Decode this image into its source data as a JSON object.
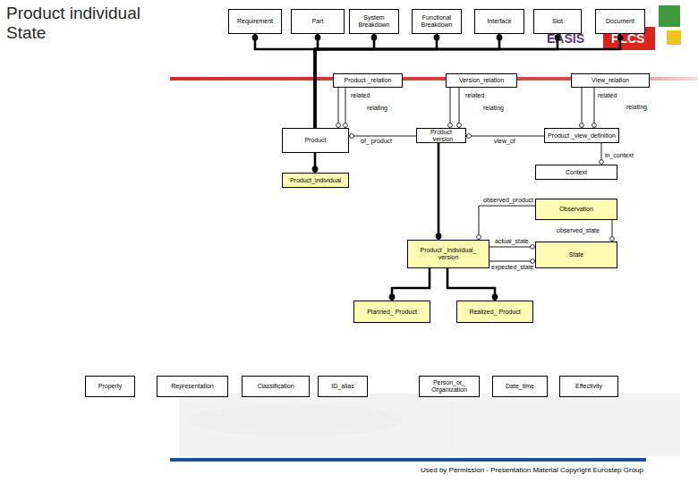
{
  "diagram": {
    "title": "Product individual State",
    "nodes": [
      {
        "text": [
          "Requirement"
        ]
      },
      {
        "text": [
          "Part"
        ]
      },
      {
        "text": [
          "System Breakdown"
        ]
      },
      {
        "text": [
          "Functional Breakdown"
        ]
      },
      {
        "text": [
          "Interface"
        ]
      },
      {
        "text": [
          "Slot"
        ]
      },
      {
        "text": [
          "Document"
        ]
      },
      {
        "text": [
          "Product _relation"
        ]
      },
      {
        "text": [
          "Version_relation"
        ]
      },
      {
        "text": [
          "View_relation"
        ]
      },
      {
        "text": [
          "Product"
        ]
      },
      {
        "text": [
          "Product _version"
        ]
      },
      {
        "text": [
          "Product _view_definition"
        ]
      },
      {
        "text": [
          "Context"
        ]
      },
      {
        "text": [
          "Product_individual"
        ]
      },
      {
        "text": [
          "Observation"
        ]
      },
      {
        "text": [
          "Product _individual_ version"
        ]
      },
      {
        "text": [
          "State"
        ]
      },
      {
        "text": [
          "Planned_ Product"
        ]
      },
      {
        "text": [
          "Realized_ Product"
        ]
      },
      {
        "text": [
          "Property"
        ]
      },
      {
        "text": [
          "Representation"
        ]
      },
      {
        "text": [
          "Classification"
        ]
      },
      {
        "text": [
          "ID_alias"
        ]
      },
      {
        "text": [
          "Person_or_ Organization"
        ]
      },
      {
        "text": [
          "Date_time"
        ]
      },
      {
        "text": [
          "Effectivity"
        ]
      }
    ],
    "edges": [
      {
        "from": 10,
        "to": 0,
        "arrow": "to"
      },
      {
        "from": 10,
        "to": 1,
        "arrow": "to"
      },
      {
        "from": 10,
        "to": 2,
        "arrow": "to"
      },
      {
        "from": 10,
        "to": 3,
        "arrow": "to"
      },
      {
        "from": 10,
        "to": 4,
        "arrow": "to"
      },
      {
        "from": 10,
        "to": 5,
        "arrow": "to"
      },
      {
        "from": 10,
        "to": 6,
        "arrow": "to"
      },
      {
        "from": 7,
        "to": 10,
        "label": "related",
        "arrow": "to"
      },
      {
        "from": 7,
        "to": 10,
        "label": "relating",
        "arrow": "to"
      },
      {
        "from": 8,
        "to": 11,
        "label": "related",
        "arrow": "to"
      },
      {
        "from": 8,
        "to": 11,
        "label": "relating",
        "arrow": "to"
      },
      {
        "from": 9,
        "to": 12,
        "label": "related",
        "arrow": "to"
      },
      {
        "from": 9,
        "to": 12,
        "label": "relating",
        "arrow": "to"
      },
      {
        "from": 11,
        "to": 10,
        "label": "of_ product",
        "arrow": "to"
      },
      {
        "from": 12,
        "to": 11,
        "label": "view_of",
        "arrow": "to"
      },
      {
        "from": 12,
        "to": 13,
        "label": "in_context",
        "arrow": "to"
      },
      {
        "from": 10,
        "to": 14,
        "arrow": "to"
      },
      {
        "from": 11,
        "to": 16,
        "arrow": "to"
      },
      {
        "from": 15,
        "to": 16,
        "label": "observed_product",
        "arrow": "to"
      },
      {
        "from": 15,
        "to": 17,
        "label": "observed_state",
        "arrow": "to"
      },
      {
        "from": 16,
        "to": 17,
        "label": "actual_state",
        "arrow": "to"
      },
      {
        "from": 16,
        "to": 17,
        "label": "expected_state",
        "arrow": "to"
      },
      {
        "from": 16,
        "to": 18,
        "arrow": "to"
      },
      {
        "from": 16,
        "to": 19,
        "arrow": "to"
      }
    ],
    "labels": [
      "EASIS",
      "PLCS",
      "Used by Permission - Presentation Material Copyright Eurostep Group"
    ]
  }
}
